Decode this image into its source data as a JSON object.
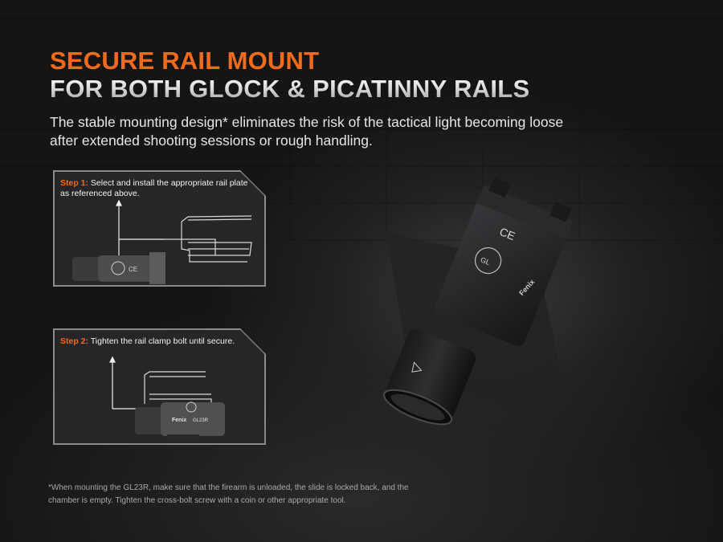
{
  "headline": {
    "line1": "SECURE RAIL MOUNT",
    "line2": "FOR BOTH GLOCK & PICATINNY RAILS",
    "accent_color": "#f26b1d"
  },
  "subtitle": "The stable mounting design* eliminates the risk of the tactical light becoming loose after extended shooting sessions or rough handling.",
  "steps": [
    {
      "label": "Step 1:",
      "text": " Select and install the appropriate rail plate as referenced above."
    },
    {
      "label": "Step 2:",
      "text": " Tighten the rail clamp bolt until secure."
    }
  ],
  "product": {
    "brand": "Fenix",
    "model": "GL23R",
    "plate_mark": "GL"
  },
  "footnote": "*When mounting the GL23R, make sure that the firearm is unloaded, the slide is locked back, and the chamber is empty. Tighten the cross-bolt screw with a coin or other appropriate tool."
}
